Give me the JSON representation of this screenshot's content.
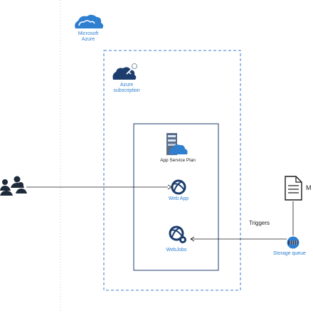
{
  "azure": {
    "label_line1": "Microsoft",
    "label_line2": "Azure"
  },
  "subscription": {
    "label_line1": "Azure",
    "label_line2": "subscription"
  },
  "app_service_plan": {
    "label": "App Service Plan"
  },
  "web_app": {
    "label": "Web App"
  },
  "webjobs": {
    "label": "WebJobs"
  },
  "storage_queue": {
    "label": "Storage queue"
  },
  "message": {
    "label_fragment": "M"
  },
  "triggers": {
    "label": "Triggers"
  },
  "colors": {
    "azure_blue": "#2f7fd0",
    "icon_navy": "#1c3d6e",
    "users_dark": "#1e2a3a",
    "dashed_border": "#3b7bd0"
  },
  "icons": [
    "cloud-icon",
    "key-icon",
    "server-icon",
    "globe-icon",
    "gear-icon",
    "document-icon",
    "queue-icon",
    "users-icon"
  ]
}
